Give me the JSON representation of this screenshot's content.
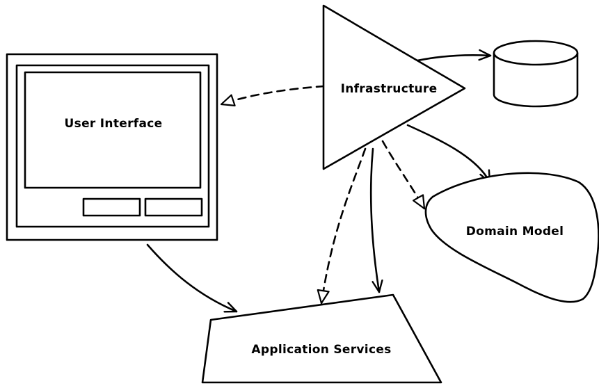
{
  "nodes": {
    "user_interface": "User Interface",
    "infrastructure": "Infrastructure",
    "domain_model": "Domain Model",
    "application_services": "Application Services"
  },
  "colors": {
    "stroke": "#000000",
    "background": "#ffffff"
  }
}
